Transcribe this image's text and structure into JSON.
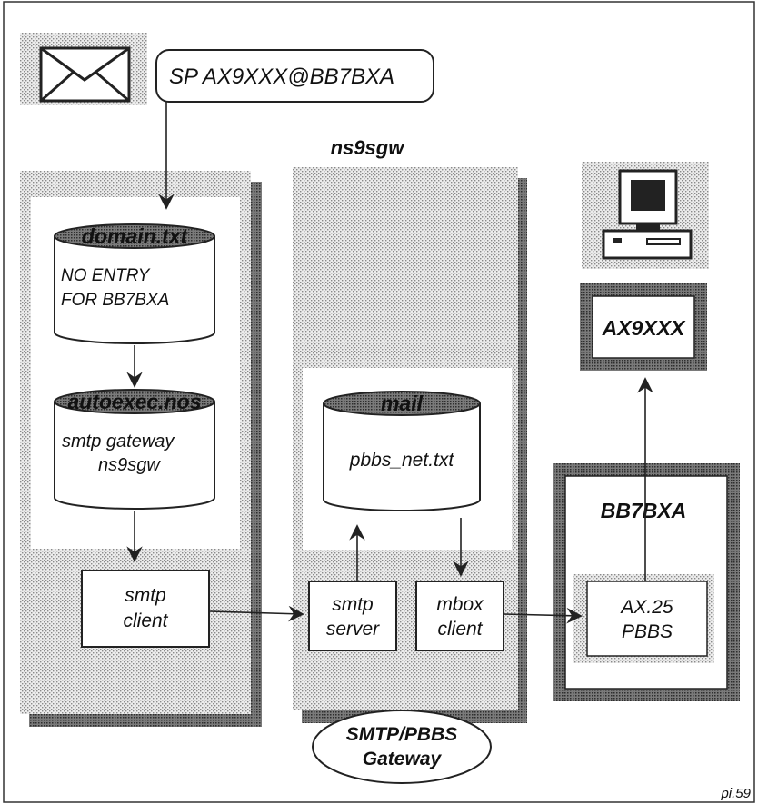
{
  "diagram": {
    "email_command": "SP  AX9XXX@BB7BXA",
    "gateway_host_label": "ns9sgw",
    "domain_file": {
      "title": "domain.txt",
      "line1": "NO ENTRY",
      "line2": "FOR BB7BXA"
    },
    "autoexec_file": {
      "title": "autoexec.nos",
      "line1": "smtp gateway",
      "line2": "ns9sgw"
    },
    "smtp_client": {
      "line1": "smtp",
      "line2": "client"
    },
    "mail_store": {
      "title": "mail",
      "line1": "pbbs_net.txt"
    },
    "smtp_server": {
      "line1": "smtp",
      "line2": "server"
    },
    "mbox_client": {
      "line1": "mbox",
      "line2": "client"
    },
    "bbs_node": {
      "title": "BB7BXA"
    },
    "ax25_pbbs": {
      "line1": "AX.25",
      "line2": "PBBS"
    },
    "user_callsign": "AX9XXX",
    "gateway_title": {
      "line1": "SMTP/PBBS",
      "line2": "Gateway"
    },
    "plate_id": "pi.59"
  }
}
